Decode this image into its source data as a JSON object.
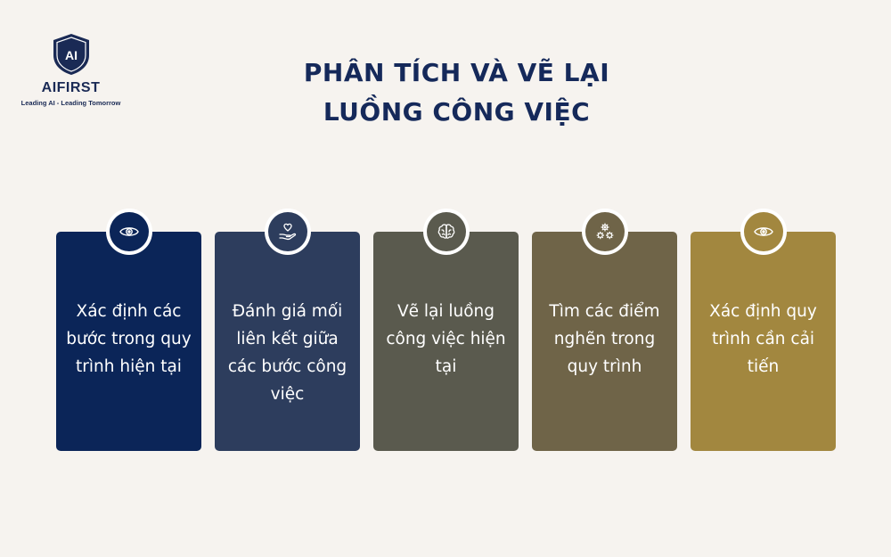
{
  "logo": {
    "mark_text": "AI",
    "name": "AIFIRST",
    "tagline": "Leading AI - Leading Tomorrow"
  },
  "title": {
    "line1": "PHÂN TÍCH VÀ VẼ LẠI",
    "line2": "LUỒNG CÔNG VIỆC"
  },
  "cards": [
    {
      "text": "Xác định các bước trong quy trình hiện tại",
      "color": "#0b2558",
      "icon": "eye-icon"
    },
    {
      "text": "Đánh giá mối liên kết giữa các bước công việc",
      "color": "#2d3d5d",
      "icon": "heart-hand-icon"
    },
    {
      "text": "Vẽ lại luồng công việc hiện tại",
      "color": "#5a5a4e",
      "icon": "brain-icon"
    },
    {
      "text": "Tìm các điểm nghẽn trong quy trình",
      "color": "#6f6448",
      "icon": "gears-icon"
    },
    {
      "text": "Xác định quy trình cần cải tiến",
      "color": "#a2873f",
      "icon": "eye-icon"
    }
  ]
}
